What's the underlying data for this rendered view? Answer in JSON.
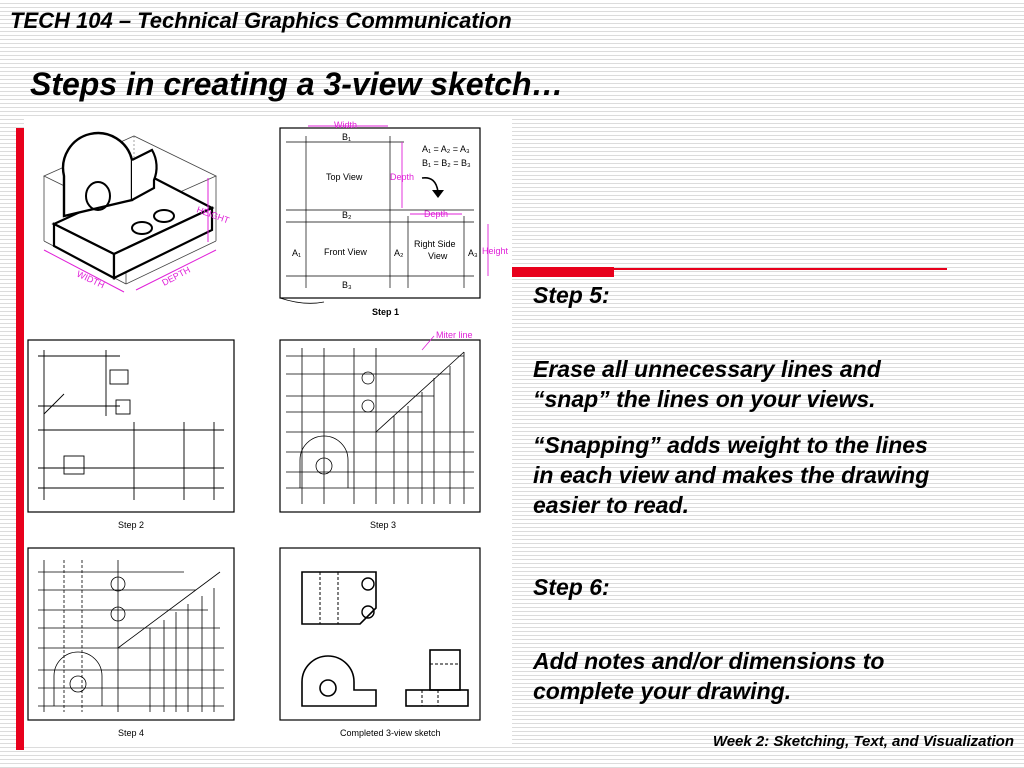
{
  "header": {
    "course_title": "TECH 104 – Technical Graphics Communication"
  },
  "slide": {
    "title": "Steps in creating a 3-view sketch…"
  },
  "figure": {
    "pictorial_labels": {
      "height": "HEIGHT",
      "width": "WIDTH",
      "depth": "DEPTH"
    },
    "step1": {
      "width_label": "Width",
      "depth_label_1": "Depth",
      "depth_label_2": "Depth",
      "height_label": "Height",
      "top_view": "Top View",
      "front_view": "Front View",
      "right_side_view_line1": "Right Side",
      "right_side_view_line2": "View",
      "b1": "B₁",
      "b2": "B₂",
      "b3": "B₃",
      "a1": "A₁",
      "a2": "A₂",
      "a3": "A₃",
      "eq_a": "A₁ = A₂ = A₃",
      "eq_b": "B₁ = B₂ = B₃",
      "caption": "Step 1"
    },
    "miter_line": "Miter line",
    "captions": {
      "step2": "Step 2",
      "step3": "Step 3",
      "step4": "Step 4",
      "completed": "Completed 3-view sketch"
    }
  },
  "content": {
    "step5_heading": "Step 5:",
    "step5_line1": "Erase all unnecessary lines and",
    "step5_line2": "“snap” the lines on your views.",
    "step5_para2_line1": "“Snapping” adds weight to the lines",
    "step5_para2_line2": "in each view and makes the drawing",
    "step5_para2_line3": "easier to read.",
    "step6_heading": "Step 6:",
    "step6_line1": "Add notes and/or dimensions to",
    "step6_line2": "complete your drawing."
  },
  "footer": {
    "text": "Week 2: Sketching, Text, and Visualization"
  },
  "colors": {
    "accent": "#e8001c",
    "dimension": "#e020d8"
  }
}
